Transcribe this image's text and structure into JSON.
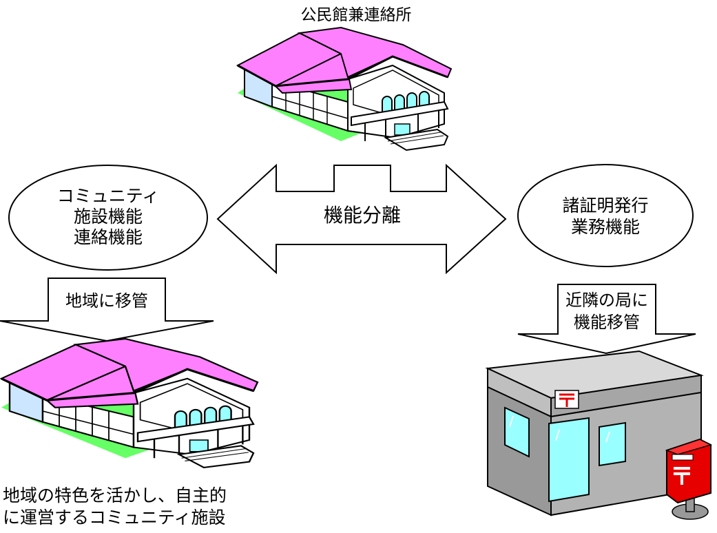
{
  "labels": {
    "top_building": "公民館兼連絡所",
    "separation": "機能分離",
    "community_lines": [
      "コミュニティ",
      "施設機能",
      "連絡機能"
    ],
    "certificate_lines": [
      "諸証明発行",
      "業務機能"
    ],
    "transfer_region": "地域に移管",
    "transfer_postoffice_lines": [
      "近隣の局に",
      "機能移管"
    ],
    "bottom_caption_lines": [
      "地域の特色を活かし、自主的",
      "に運営するコミュニティ施設"
    ]
  },
  "colors": {
    "roof": "#ff80ff",
    "ground": "#66ff66",
    "wall_side": "#cce6ff",
    "post_office_wall": "#999999",
    "window": "#99ffff",
    "mailbox": "#e60000"
  },
  "icons": [
    "community-hall-icon",
    "post-office-icon",
    "mailbox-icon",
    "postal-mark-icon"
  ]
}
